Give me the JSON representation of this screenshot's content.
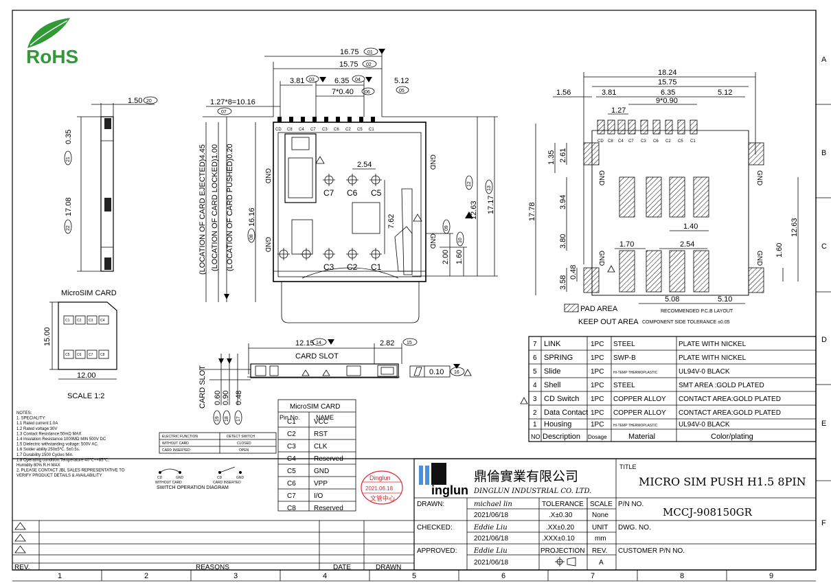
{
  "zone_rows": [
    "A",
    "B",
    "C",
    "D",
    "E",
    "F"
  ],
  "zone_cols": [
    "1",
    "2",
    "3",
    "4",
    "5",
    "6",
    "7",
    "8",
    "9"
  ],
  "logo": {
    "text": "RoHS"
  },
  "side": {
    "top_dim": "1.50",
    "top_ref": "20",
    "h1": "0.35",
    "h1_ref": "21",
    "h2": "17.08",
    "h2_ref": "22"
  },
  "card": {
    "title": "MicroSIM CARD",
    "height": "15.00",
    "width": "12.00",
    "scale": "SCALE 1:2",
    "top_pads": [
      "C1",
      "C2",
      "C3",
      "C4"
    ],
    "bottom_pads": [
      "C5",
      "C6",
      "C7",
      "C8"
    ]
  },
  "front": {
    "d1": "16.75",
    "d1_ref": "01",
    "d2": "15.75",
    "d2_ref": "02",
    "d3": "3.81",
    "d3_ref": "03",
    "d4": "6.35",
    "d4_ref": "04",
    "d5": "7*0.40",
    "d5_ref": "06",
    "d6": "5.12",
    "d6_ref": "05",
    "pitch": "1.27*8=10.16",
    "pitch_ref": "07",
    "pins": [
      "CD",
      "C8",
      "C4",
      "C7",
      "C3",
      "C6",
      "C2",
      "C5",
      "C1"
    ],
    "v1": "(LOCATION OF CARD EJECTED)4.45",
    "v2": "(LOCATION OF CARD LOCKED)1.00",
    "v3": "(LOCATION OF CARD PUSHED)0.20",
    "v4": "16.16",
    "v4_ref": "08",
    "gnd": "GND",
    "dim_254": "2.54",
    "contacts_top": [
      "C7",
      "C6",
      "C5"
    ],
    "contacts_bottom": [
      "C3",
      "C2",
      "C1"
    ],
    "d762": "7.62",
    "d1263": "12.63",
    "d1263_ref": "12",
    "d1717": "17.17",
    "d1717_ref": "13",
    "d200": "2.00",
    "d200_ref": "09",
    "d160": "1.60",
    "d160_ref": "10"
  },
  "slot": {
    "w": "12.15",
    "w_ref": "14",
    "w2": "2.82",
    "w2_ref": "15",
    "label": "CARD SLOT",
    "vlabel": "CARD SLOT",
    "h1": "0.60",
    "h1_ref": "19",
    "h2": "0.90",
    "h2_ref": "18",
    "h3": "0.48",
    "h3_ref": "17",
    "flat": "0.10",
    "flat_ref": "16"
  },
  "pcb": {
    "d1": "18.24",
    "d2": "15.75",
    "d3": "1.56",
    "d4": "3.81",
    "d5": "6.35",
    "d6": "5.12",
    "d7": "9*0.90",
    "d8": "1.27",
    "pins": [
      "CD",
      "C8",
      "C4",
      "C7",
      "C3",
      "C6",
      "C2",
      "C5",
      "C1"
    ],
    "v1": "1.35",
    "v2": "2.61",
    "v3": "17.78",
    "v4": "3.94",
    "v5": "3.80",
    "v6": "3.58",
    "v7": "0.48",
    "v8": "12.63",
    "v9": "1.60",
    "h140": "1.40",
    "h170": "1.70",
    "h254": "2.54",
    "h508": "5.08",
    "h510": "5.10",
    "gnd": "GND",
    "pad_area": "PAD AREA",
    "keep_out": "KEEP OUT AREA",
    "recommended": "RECOMMENDED P.C.B LAYOUT",
    "tolerance": "COMPONENT SIDE TOLERANCE ±0.05"
  },
  "bom": {
    "header": [
      "NO",
      "Description",
      "Dosage",
      "Material",
      "Color/plating"
    ],
    "rows": [
      [
        "7",
        "LINK",
        "1PC",
        "STEEL",
        "PLATE WITH NICKEL"
      ],
      [
        "6",
        "SPRING",
        "1PC",
        "SWP-B",
        "PLATE WITH NICKEL"
      ],
      [
        "5",
        "Slide",
        "1PC",
        "HI-TEMP THERMOPLASTIC",
        "UL94V-0 BLACK"
      ],
      [
        "4",
        "Shell",
        "1PC",
        "STEEL",
        "SMT AREA :GOLD PLATED"
      ],
      [
        "3",
        "CD Switch",
        "1PC",
        "COPPER ALLOY",
        "CONTACT AREA:GOLD PLATED"
      ],
      [
        "2",
        "Data Contact",
        "1PC",
        "COPPER ALLOY",
        "CONTACT AREA:GOLD PLATED"
      ],
      [
        "1",
        "Housing",
        "1PC",
        "HI-TEMP THERMOPLASTIC",
        "UL94V-0 BLACK"
      ]
    ]
  },
  "notes": {
    "lines": [
      "NOTES:",
      "1. SPECIALITY:",
      "  1.1 Rated current:1.0A",
      "  1.2 Rated voltage:30V",
      "  1.3 Contact Resistance:50mΩ MAX",
      "  1.4 Insulation Resistance:1000MΩ MIN 500V DC",
      "  1.5 Dielectric withstanding voltage: 500V AC.",
      "  1.6 Solder ability:250±5℃. 5±0.5s.",
      "  1.7 Durability:1500 Cycles Min.",
      "  1.8 Operating condition:Temperature-40℃~+85℃;",
      "                    Humidity 80% R.H MAX",
      "2. PLEASE CONTACT JBL SALES REPRESENTATIVE TO",
      "VERIFY PRODUCT DETAILS & AVAILABILITY"
    ]
  },
  "switch_table": {
    "header": [
      "ELECTRIC FUNCTION",
      "DETECT SWITCH"
    ],
    "rows": [
      [
        "WITHOUT CARD",
        "CLOSED"
      ],
      [
        "CARD INSERTED",
        "OPEN"
      ]
    ],
    "d_cd": "CD",
    "d_gnd": "GND",
    "d_without": "WITHOUT CARD",
    "d_inserted": "CARD INSERTED",
    "caption": "SWITCH OPERATION DIAGRAM"
  },
  "pin_table": {
    "title": "MicroSIM CARD",
    "header": [
      "Pin No.",
      "NAME"
    ],
    "rows": [
      [
        "C1",
        "VCC"
      ],
      [
        "C2",
        "RST"
      ],
      [
        "C3",
        "CLK"
      ],
      [
        "C4",
        "Reserved"
      ],
      [
        "C5",
        "GND"
      ],
      [
        "C6",
        "VPP"
      ],
      [
        "C7",
        "I/O"
      ],
      [
        "C8",
        "Reserved"
      ]
    ]
  },
  "stamp": {
    "l1": "Dinglun",
    "l2": "2021.06.18",
    "l3": "文管中心"
  },
  "title_block": {
    "company_cn": "鼎倫實業有限公司",
    "company_en": "DINGLUN INDUSTRIAL CO. LTD.",
    "logo_text": "inglun",
    "title_label": "TITLE",
    "title": "MICRO SIM PUSH H1.5  8PIN",
    "drawn": "DRAWN:",
    "drawn_name": "michael lin",
    "drawn_date": "2021/06/18",
    "checked": "CHECKED:",
    "checked_name": "Eddie Liu",
    "checked_date": "2021/06/18",
    "approved": "APPROVED:",
    "approved_name": "Eddie Liu",
    "approved_date": "2021/06/18",
    "tol_h": "TOLERANCE",
    "scale_h": "SCALE",
    "tol1": ".X±0.30",
    "scale_v": "None",
    "tol2": ".XX±0.20",
    "unit_h": "UNIT",
    "tol3": ".XXX±0.10",
    "unit_v": "mm",
    "proj_h": "PROJECTION",
    "rev_h": "REV.",
    "rev_v": "A",
    "pn_h": "P/N NO.",
    "pn": "MCCJ-908150GR",
    "dwg_h": "DWG. NO.",
    "cust_h": "CUSTOMER P/N NO."
  },
  "rev_block": {
    "rev": "REV.",
    "reasons": "REASONS",
    "date": "DATE",
    "drawn": "DRAWN"
  }
}
